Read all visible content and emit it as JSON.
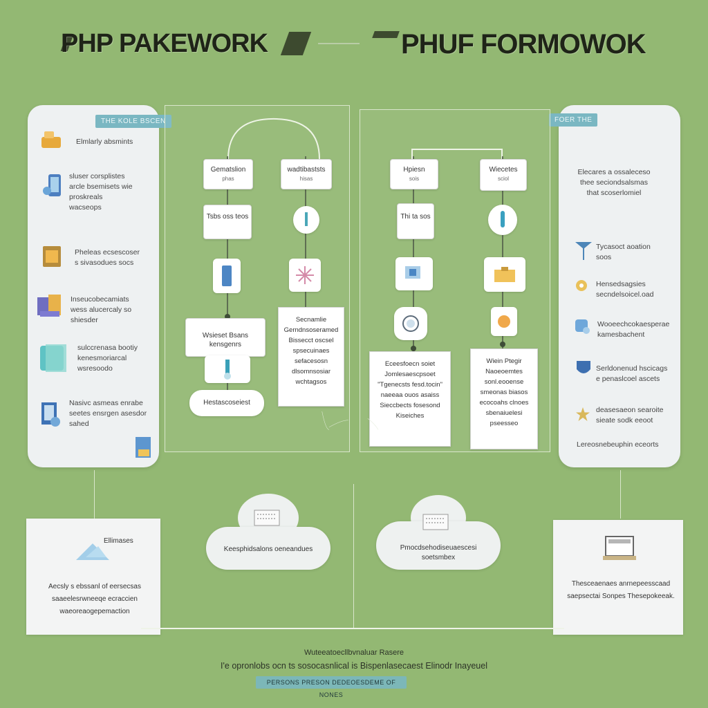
{
  "header": {
    "title_left": "PHP PAKEWORK",
    "title_right": "PHUF FORMOWOK"
  },
  "left_panel": {
    "tab": "THE KOLE BSCEN",
    "items": [
      {
        "text": "Elmlarly absmints",
        "icon": "folder-hand-icon"
      },
      {
        "text": "sluser corsplistes arcle bsemisets wie proskreals wacseops",
        "icon": "phone-device-icon"
      },
      {
        "text": "Pheleas ecsescoser s sivasodues socs",
        "icon": "open-folder-icon"
      },
      {
        "text": "Inseucobecamiats wess alucercaly so shiesder",
        "icon": "server-stack-icon"
      },
      {
        "text": "sulccrenasa bootiy kenesmoriarcal wsresoodo",
        "icon": "database-icon"
      },
      {
        "text": "Nasivc asmeas enrabe seetes ensrgen asesdor sahed",
        "icon": "document-icon"
      }
    ]
  },
  "right_panel": {
    "tab": "FOER THE",
    "intro": "Elecares a ossaleceso thee seciondsalsmas that scoserlomiel",
    "items": [
      {
        "text": "Tycasoct aoation soos",
        "icon": "flag-icon"
      },
      {
        "text": "Hensedsagsies secndelsoicel.oad",
        "icon": "gear-icon"
      },
      {
        "text": "Wooeechcokaesperae kamesbachent",
        "icon": "cup-icon"
      },
      {
        "text": "Serldonenud hscicags e penaslcoel ascets",
        "icon": "shield-icon"
      },
      {
        "text": "deasesaeon searoite sieate sodk eeoot",
        "icon": "star-icon"
      },
      {
        "text": "Lereosnebeuphin eceorts",
        "icon": ""
      }
    ]
  },
  "flow_left": {
    "col1": {
      "top": {
        "title": "Gematslion",
        "sub": "phas"
      },
      "mid": "Tsbs oss teos",
      "card": "Wsieset Bsans kensgenrs",
      "pill": "Hestascoseiest"
    },
    "col2": {
      "top": {
        "title": "wadtibaststs",
        "sub": "hisas"
      },
      "card": "Secnamlie Gerndnsoseramed Bissecct oscsel spsecuinaes sefacesosn dlsomnsosiar wchtagsos"
    }
  },
  "flow_right": {
    "col1": {
      "top": {
        "title": "Hpiesn",
        "sub": "sois"
      },
      "mid": "Thi ta sos",
      "card": "Eceesfoecn soiet Jomlesaescpsoet \"Tgenecsts fesd.tocin\" naeeaa ouos asaiss Sieccbects fosesond Kiseiches"
    },
    "col2": {
      "top": {
        "title": "Wiecetes",
        "sub": "sciol"
      },
      "card": "Wiein Ptegir Naoeoemtes sonl.eooense smeonas biasos ecocoahs clnoes sbenaiuelesi pseesseo"
    }
  },
  "clouds": [
    {
      "text": "Keesphidsalons oeneandues"
    },
    {
      "text": "Pmocdsehodiseuaescesi soetsmbex"
    }
  ],
  "bottom_left": {
    "label": "Ellimases",
    "text": "Aecsly s ebssanl of eersecsas saaeelesrwneeqe ecraccien waeoreaogepemaction"
  },
  "bottom_right": {
    "text": "Thesceaenaes anrnepeesscaad saepsectai Sonpes Thesepokeeak."
  },
  "footer": {
    "line1": "Wuteeatoecllbvnaluar Rasere",
    "line2": "I'e opronlobs ocn ts sosocasnlical is Bispenlasecaest Elinodr Inayeuel",
    "badge": "PERSONS PRESON DEDEOESDEME OF NONES"
  },
  "colors": {
    "background": "#93b873",
    "panel": "#eef1f2",
    "tab": "#7ab7c2",
    "badge": "#7cb7b8"
  }
}
